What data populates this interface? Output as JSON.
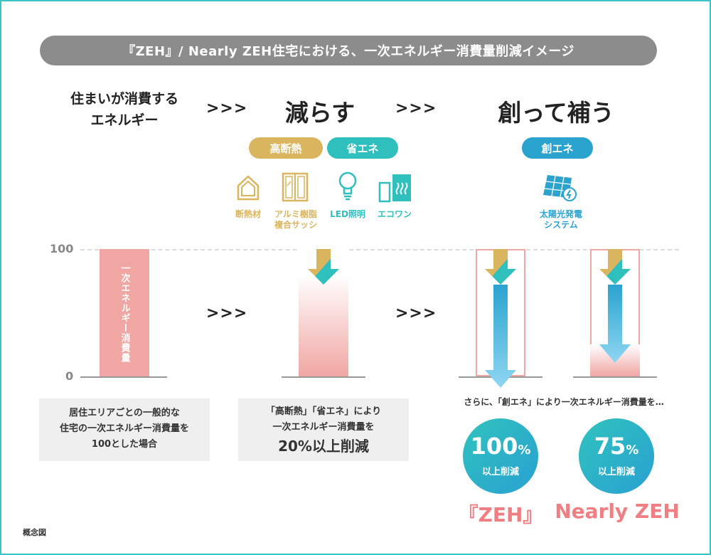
{
  "title": "『ZEH』/ Nearly ZEH住宅における、一次エネルギー消費量削減イメージ",
  "steps": {
    "step1_line1": "住まいが消費する",
    "step1_line2": "エネルギー",
    "arrow": ">>>",
    "step2": "減らす",
    "step3": "創って補う"
  },
  "tags": {
    "insulation": "高断熱",
    "energy_saving": "省エネ",
    "energy_creation": "創エネ"
  },
  "icons": [
    {
      "name": "house-icon",
      "label_line1": "断熱材",
      "label_line2": ""
    },
    {
      "name": "window-icon",
      "label_line1": "アルミ樹脂",
      "label_line2": "複合サッシ"
    },
    {
      "name": "bulb-icon",
      "label_line1": "LED照明",
      "label_line2": ""
    },
    {
      "name": "water-heater-icon",
      "label_line1": "エコワン",
      "label_line2": ""
    },
    {
      "name": "solar-panel-icon",
      "label_line1": "太陽光発電",
      "label_line2": "システム"
    }
  ],
  "chart_data": {
    "type": "bar",
    "y_ticks": [
      "100",
      "0"
    ],
    "ylim": [
      0,
      100
    ],
    "bar_label": "一次エネルギー消費量",
    "bars": [
      {
        "key": "baseline",
        "value": 100
      },
      {
        "key": "reduce",
        "value": 80
      },
      {
        "key": "zeh",
        "value": 0
      },
      {
        "key": "nearly_zeh",
        "value": 25
      }
    ]
  },
  "captions": {
    "baseline_l1": "居住エリアごとの一般的な",
    "baseline_l2": "住宅の一次エネルギー消費量を",
    "baseline_l3": "100とした場合",
    "reduce_l1": "「高断熱」「省エネ」により",
    "reduce_l2": "一次エネルギー消費量を",
    "reduce_l3": "20%以上削減",
    "create_intro": "さらに、「創エネ」により一次エネルギー消費量を…"
  },
  "results": {
    "zeh_value": "100",
    "zeh_pct": "%",
    "zeh_sub": "以上削減",
    "zeh_name": "『ZEH』",
    "nearly_value": "75",
    "nearly_pct": "%",
    "nearly_sub": "以上削減",
    "nearly_name": "Nearly ZEH"
  },
  "footnote": "概念図",
  "colors": {
    "frame": "#3cc3c6",
    "gold": "#d9b560",
    "teal": "#2fbfbd",
    "blue": "#2aa3cf",
    "pink": "#f0a6a3",
    "result_text": "#ef7f83"
  }
}
